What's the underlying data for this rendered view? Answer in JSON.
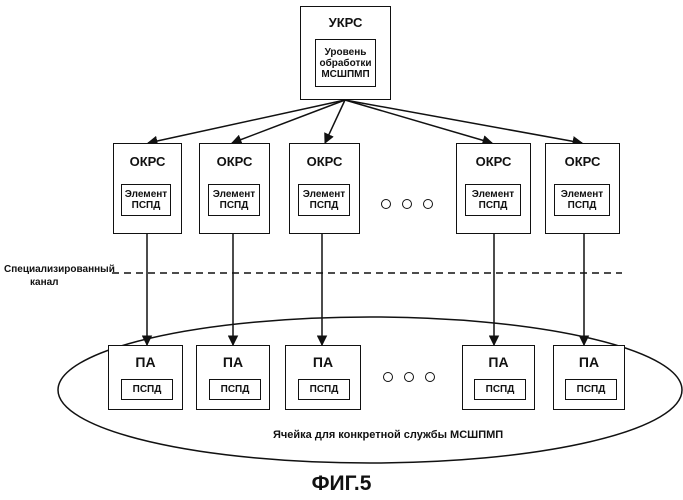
{
  "top": {
    "title": "УКРС",
    "inner_lines": [
      "Уровень",
      "обработки",
      "МСШПМП"
    ]
  },
  "okrs": [
    {
      "title": "ОКРС",
      "inner_lines": [
        "Элемент",
        "ПСПД"
      ]
    },
    {
      "title": "ОКРС",
      "inner_lines": [
        "Элемент",
        "ПСПД"
      ]
    },
    {
      "title": "ОКРС",
      "inner_lines": [
        "Элемент",
        "ПСПД"
      ]
    },
    {
      "title": "ОКРС",
      "inner_lines": [
        "Элемент",
        "ПСПД"
      ]
    },
    {
      "title": "ОКРС",
      "inner_lines": [
        "Элемент",
        "ПСПД"
      ]
    }
  ],
  "pa": [
    {
      "title": "ПА",
      "inner": "ПСПД"
    },
    {
      "title": "ПА",
      "inner": "ПСПД"
    },
    {
      "title": "ПА",
      "inner": "ПСПД"
    },
    {
      "title": "ПА",
      "inner": "ПСПД"
    },
    {
      "title": "ПА",
      "inner": "ПСПД"
    }
  ],
  "channel_label_lines": [
    "Специализированный",
    "канал"
  ],
  "cell_label": "Ячейка для конкретной службы МСШПМП",
  "figure_caption": "ФИГ.5"
}
